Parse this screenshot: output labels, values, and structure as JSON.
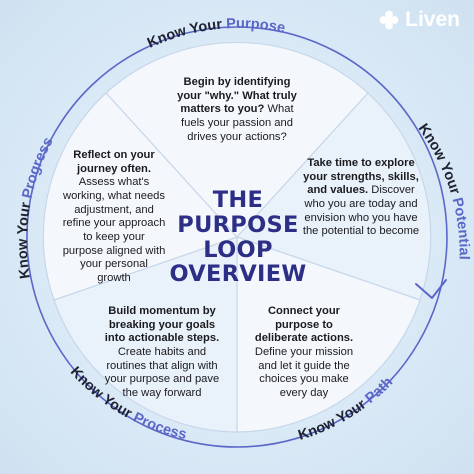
{
  "brand": {
    "name": "Liven"
  },
  "center": {
    "lines": [
      "THE",
      "PURPOSE",
      "LOOP",
      "OVERVIEW"
    ]
  },
  "ring": {
    "purpose": {
      "prefix": "Know Your ",
      "accent": "Purpose"
    },
    "potential": {
      "prefix": "Know Your ",
      "accent": "Potential"
    },
    "path": {
      "prefix": "Know Your ",
      "accent": "Path"
    },
    "process": {
      "prefix": "Know Your ",
      "accent": "Process"
    },
    "progress": {
      "prefix": "Know Your ",
      "accent": "Progress"
    }
  },
  "segments": {
    "top": {
      "bold": "Begin by identifying your \"why.\" What truly matters to you?",
      "rest": " What fuels your passion and drives your actions?"
    },
    "right": {
      "bold": "Take time to explore your strengths, skills, and values.",
      "rest": " Discover who you are today and envision who you have the potential to become"
    },
    "bottom_right": {
      "bold": "Connect your purpose to deliberate actions.",
      "rest": " Define your mission and let it guide the choices you make every day"
    },
    "bottom_left": {
      "bold": "Build momentum by breaking your goals into actionable steps.",
      "rest": " Create habits and routines that align with your purpose and pave the way forward"
    },
    "left": {
      "bold": "Reflect on your journey often.",
      "rest": " Assess what's working, what needs adjustment, and refine your approach to keep your purpose aligned with your personal growth"
    }
  },
  "colors": {
    "ring_stroke": "#5b67c8",
    "accent_text": "#5b67c8",
    "title": "#2d2f86",
    "segment_fill": "#f4f8fd",
    "segment_fill_alt": "#e9f1fa"
  },
  "icons": {
    "logo": "liven-flower-icon",
    "arrow": "arrowhead-icon"
  }
}
